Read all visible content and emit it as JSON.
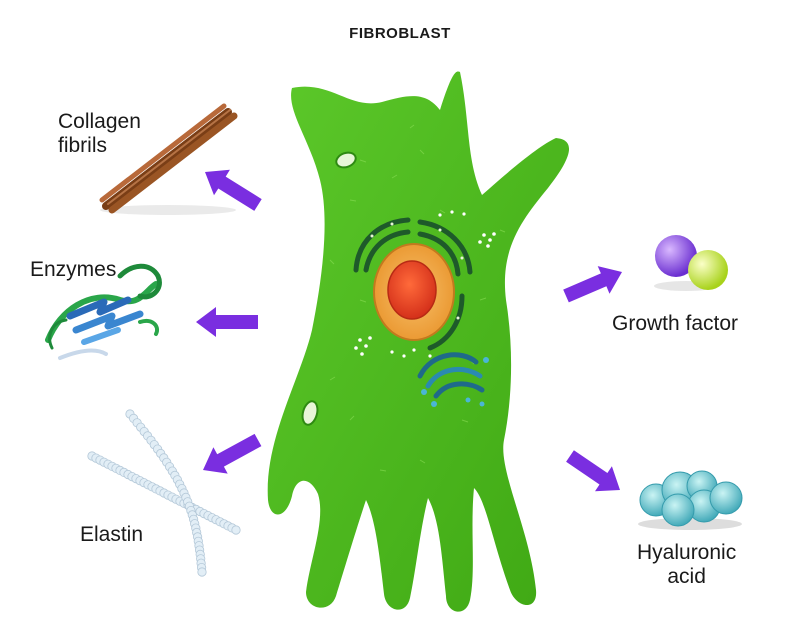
{
  "title": "FIBROBLAST",
  "labels": {
    "collagen": [
      "Collagen",
      "fibrils"
    ],
    "enzymes": "Enzymes",
    "elastin": "Elastin",
    "growth_factor": "Growth factor",
    "hyaluronic": [
      "Hyaluronic",
      "acid"
    ]
  },
  "colors": {
    "cell": "#4cb81c",
    "arrow": "#7a2ee0",
    "collagen": "#9a5524",
    "nucleus_outer": "#f2a742",
    "nucleolus": "#e8421c",
    "golgi": "#1f7a6a",
    "hyaluronic": "#6ad0d8"
  }
}
